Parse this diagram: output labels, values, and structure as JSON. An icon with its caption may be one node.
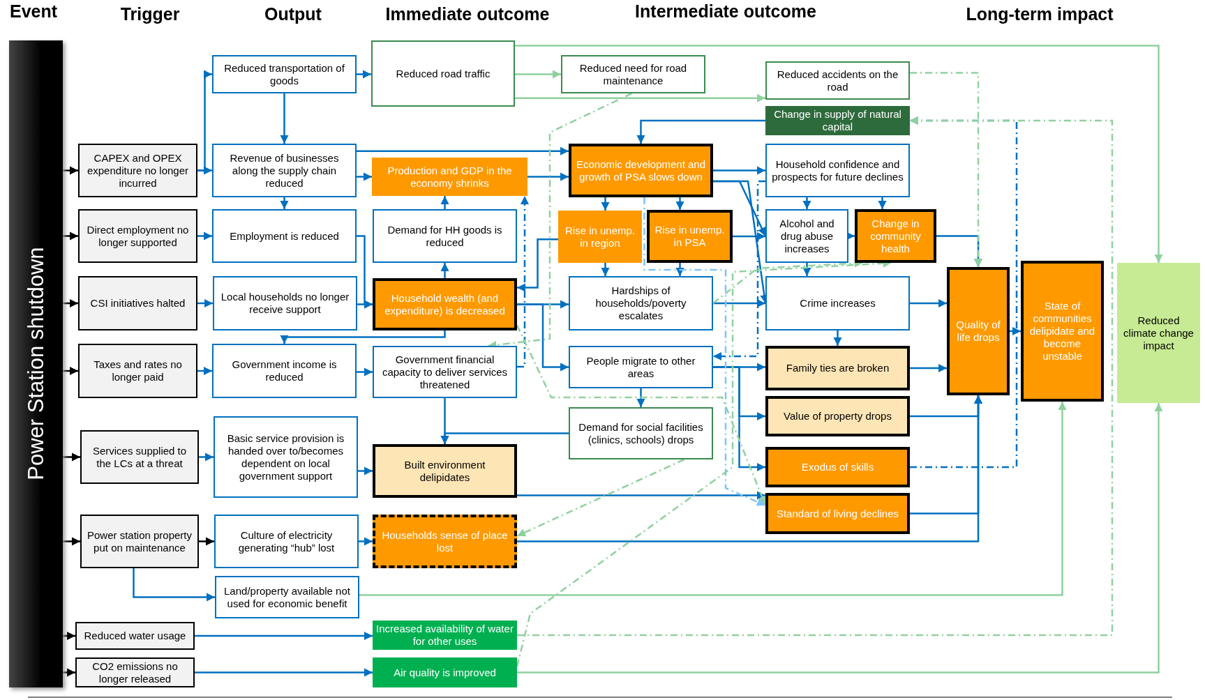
{
  "diagram": {
    "nodes": [
      {
        "text": [
          "Power Station shutdown"
        ]
      },
      {
        "text": [
          "CAPEX and OPEX expenditure no longer incurred"
        ]
      },
      {
        "text": [
          "Direct employment no longer supported"
        ]
      },
      {
        "text": [
          "CSI initiatives halted"
        ]
      },
      {
        "text": [
          "Taxes and rates no longer paid"
        ]
      },
      {
        "text": [
          "Services supplied to the LCs at a threat"
        ]
      },
      {
        "text": [
          "Power station property put on maintenance"
        ]
      },
      {
        "text": [
          "Reduced water usage"
        ]
      },
      {
        "text": [
          "CO2 emissions no longer released"
        ]
      },
      {
        "text": [
          "Reduced transportation of goods"
        ]
      },
      {
        "text": [
          "Revenue of businesses along the supply chain reduced"
        ]
      },
      {
        "text": [
          "Employment is reduced"
        ]
      },
      {
        "text": [
          "Local households no longer receive support"
        ]
      },
      {
        "text": [
          "Government income is reduced"
        ]
      },
      {
        "text": [
          "Basic service provision is handed over to/becomes dependent on local government support"
        ]
      },
      {
        "text": [
          "Culture of electricity generating “hub” lost"
        ]
      },
      {
        "text": [
          "Land/property available not used for economic benefit"
        ]
      },
      {
        "text": [
          "Reduced road traffic"
        ]
      },
      {
        "text": [
          "Production and GDP in the economy shrinks"
        ]
      },
      {
        "text": [
          "Demand for HH goods is reduced"
        ]
      },
      {
        "text": [
          "Household wealth (and expenditure) is decreased"
        ]
      },
      {
        "text": [
          "Government financial capacity to deliver services threatened"
        ]
      },
      {
        "text": [
          "Built environment delipidates"
        ]
      },
      {
        "text": [
          "Households sense of place lost"
        ]
      },
      {
        "text": [
          "Increased availability of water for other uses"
        ]
      },
      {
        "text": [
          "Air quality is improved"
        ]
      },
      {
        "text": [
          "Reduced need for road maintenance"
        ]
      },
      {
        "text": [
          "Economic development and growth of PSA slows down"
        ]
      },
      {
        "text": [
          "Rise in unemp. in region"
        ]
      },
      {
        "text": [
          "Rise in unemp. in PSA"
        ]
      },
      {
        "text": [
          "Hardships of households/poverty escalates"
        ]
      },
      {
        "text": [
          "People migrate to other areas"
        ]
      },
      {
        "text": [
          "Demand for social facilities (clinics, schools) drops"
        ]
      },
      {
        "text": [
          "Reduced accidents on the road"
        ]
      },
      {
        "text": [
          "Change in supply of natural capital"
        ]
      },
      {
        "text": [
          "Household confidence and prospects for future declines"
        ]
      },
      {
        "text": [
          "Alcohol and drug abuse increases"
        ]
      },
      {
        "text": [
          "Change in community health"
        ]
      },
      {
        "text": [
          "Crime increases"
        ]
      },
      {
        "text": [
          "Family ties are broken"
        ]
      },
      {
        "text": [
          "Value of property drops"
        ]
      },
      {
        "text": [
          "Exodus of skills"
        ]
      },
      {
        "text": [
          "Standard of living declines"
        ]
      },
      {
        "text": [
          "Quality of life drops"
        ]
      },
      {
        "text": [
          "State of communities delipidate and become unstable"
        ]
      },
      {
        "text": [
          "Reduced climate change impact"
        ]
      }
    ],
    "edges": [
      {
        "from": 0,
        "to": 1,
        "arrow": "to",
        "color": "#000000"
      },
      {
        "from": 0,
        "to": 2,
        "arrow": "to",
        "color": "#000000"
      },
      {
        "from": 0,
        "to": 3,
        "arrow": "to",
        "color": "#000000"
      },
      {
        "from": 0,
        "to": 4,
        "arrow": "to",
        "color": "#000000"
      },
      {
        "from": 0,
        "to": 5,
        "arrow": "to",
        "color": "#000000"
      },
      {
        "from": 0,
        "to": 6,
        "arrow": "to",
        "color": "#000000"
      },
      {
        "from": 0,
        "to": 7,
        "arrow": "to",
        "color": "#000000"
      },
      {
        "from": 0,
        "to": 8,
        "arrow": "to",
        "color": "#000000"
      },
      {
        "from": 1,
        "to": 9,
        "arrow": "to"
      },
      {
        "from": 1,
        "to": 10,
        "arrow": "to"
      },
      {
        "from": 2,
        "to": 11,
        "arrow": "to"
      },
      {
        "from": 3,
        "to": 12,
        "arrow": "to"
      },
      {
        "from": 4,
        "to": 13,
        "arrow": "to"
      },
      {
        "from": 5,
        "to": 14,
        "arrow": "to"
      },
      {
        "from": 6,
        "to": 15,
        "arrow": "to",
        "color": "#000000"
      },
      {
        "from": 6,
        "to": 16,
        "arrow": "to"
      },
      {
        "from": 7,
        "to": 24,
        "arrow": "to"
      },
      {
        "from": 8,
        "to": 25,
        "arrow": "to"
      },
      {
        "from": 9,
        "to": 17,
        "arrow": "to"
      },
      {
        "from": 9,
        "to": 10,
        "arrow": "to"
      },
      {
        "from": 10,
        "to": 11,
        "arrow": "to"
      },
      {
        "from": 10,
        "to": 18,
        "arrow": "to"
      },
      {
        "from": 10,
        "to": 27,
        "arrow": "to"
      },
      {
        "from": 11,
        "to": 20,
        "arrow": "to"
      },
      {
        "from": 12,
        "to": 20,
        "arrow": "to"
      },
      {
        "from": 13,
        "to": 21,
        "arrow": "to"
      },
      {
        "from": 14,
        "to": 22,
        "arrow": "to"
      },
      {
        "from": 15,
        "to": 23,
        "arrow": "to"
      },
      {
        "from": 19,
        "to": 18,
        "arrow": "to"
      },
      {
        "from": 20,
        "to": 19,
        "arrow": "to"
      },
      {
        "from": 20,
        "to": 30,
        "arrow": "to"
      },
      {
        "from": 20,
        "to": 31,
        "arrow": "to"
      },
      {
        "from": 20,
        "to": 13,
        "arrow": "to"
      },
      {
        "from": 21,
        "to": 18,
        "arrow": "to",
        "style": "dashed"
      },
      {
        "from": 21,
        "to": 22,
        "arrow": "to"
      },
      {
        "from": 32,
        "to": 22,
        "arrow": "to"
      },
      {
        "from": 28,
        "to": 20,
        "arrow": "to"
      },
      {
        "from": 18,
        "to": 27,
        "arrow": "to"
      },
      {
        "from": 27,
        "to": 28,
        "arrow": "to"
      },
      {
        "from": 27,
        "to": 29,
        "arrow": "to"
      },
      {
        "from": 28,
        "to": 30,
        "arrow": "to"
      },
      {
        "from": 29,
        "to": 30,
        "arrow": "to"
      },
      {
        "from": 34,
        "to": 27,
        "arrow": "to"
      },
      {
        "from": 27,
        "to": 35,
        "arrow": "to"
      },
      {
        "from": 27,
        "to": 36,
        "arrow": "to"
      },
      {
        "from": 29,
        "to": 36,
        "arrow": "to"
      },
      {
        "from": 27,
        "to": 38,
        "arrow": "to"
      },
      {
        "from": 30,
        "to": 38,
        "arrow": "to"
      },
      {
        "from": 35,
        "to": 31,
        "arrow": "to",
        "style": "dashed"
      },
      {
        "from": 35,
        "to": 36,
        "arrow": "to"
      },
      {
        "from": 35,
        "to": 37,
        "arrow": "to"
      },
      {
        "from": 36,
        "to": 37,
        "arrow": "to"
      },
      {
        "from": 36,
        "to": 38,
        "arrow": "to"
      },
      {
        "from": 38,
        "to": 39,
        "arrow": "to"
      },
      {
        "from": 31,
        "to": 32,
        "arrow": "to"
      },
      {
        "from": 31,
        "to": 39,
        "arrow": "to"
      },
      {
        "from": 31,
        "to": 40,
        "arrow": "to"
      },
      {
        "from": 31,
        "to": 41,
        "arrow": "to"
      },
      {
        "from": 22,
        "to": 42,
        "arrow": "to"
      },
      {
        "from": 38,
        "to": 43,
        "arrow": "to"
      },
      {
        "from": 39,
        "to": 43,
        "arrow": "to"
      },
      {
        "from": 40,
        "to": 43,
        "arrow": "to"
      },
      {
        "from": 42,
        "to": 43,
        "arrow": "to"
      },
      {
        "from": 23,
        "to": 43,
        "arrow": "to"
      },
      {
        "from": 37,
        "to": 43,
        "arrow": "to"
      },
      {
        "from": 43,
        "to": 44,
        "arrow": "to"
      },
      {
        "from": 41,
        "to": 34,
        "arrow": "to",
        "style": "dashed"
      },
      {
        "from": 17,
        "to": 26,
        "arrow": "to",
        "color": "#8fd19e"
      },
      {
        "from": 17,
        "to": 33,
        "arrow": "to",
        "color": "#8fd19e"
      },
      {
        "from": 17,
        "to": 45,
        "arrow": "to",
        "color": "#8fd19e"
      },
      {
        "from": 33,
        "to": 43,
        "arrow": "to",
        "style": "dashed",
        "color": "#8fd19e"
      },
      {
        "from": 26,
        "to": 21,
        "arrow": "to",
        "style": "dashed",
        "color": "#8fd19e"
      },
      {
        "from": 20,
        "to": 42,
        "arrow": "to",
        "style": "dashed",
        "color": "#8fd19e"
      },
      {
        "from": 27,
        "to": 42,
        "arrow": "to",
        "style": "dashed",
        "color": "#7fc4f5"
      },
      {
        "from": 30,
        "to": 37,
        "arrow": "to",
        "style": "dashed",
        "color": "#8fd19e"
      },
      {
        "from": 25,
        "to": 37,
        "arrow": "to",
        "style": "dashed",
        "color": "#8fd19e"
      },
      {
        "from": 32,
        "to": 23,
        "arrow": "to",
        "style": "dashed",
        "color": "#8fd19e"
      },
      {
        "from": 24,
        "to": 34,
        "arrow": "to",
        "style": "dashed",
        "color": "#8fd19e"
      },
      {
        "from": 16,
        "to": 44,
        "arrow": "to",
        "color": "#8fd19e"
      },
      {
        "from": 25,
        "to": 45,
        "arrow": "to",
        "color": "#8fd19e"
      }
    ],
    "labels": [
      "Event",
      "Trigger",
      "Output",
      "Immediate outcome",
      "Intermediate outcome",
      "Long-term impact"
    ]
  }
}
